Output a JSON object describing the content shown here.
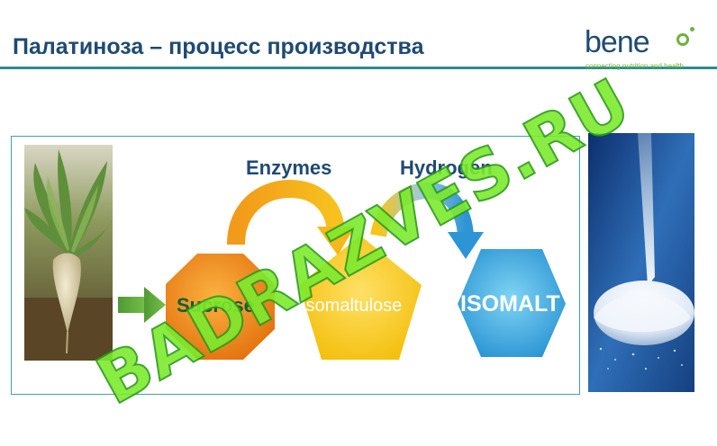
{
  "header": {
    "title": "Палатиноза – процесс производства"
  },
  "logo": {
    "word": "bene",
    "tagline": "connecting nutrition and health",
    "color_primary": "#1f4a73",
    "color_accent": "#6cb33f"
  },
  "process": {
    "step_labels": {
      "enzymes": "Enzymes",
      "hydrogen": "Hydrogen"
    },
    "stages": {
      "sucrose": "Sucrose",
      "isomaltulose": "Isomaltulose",
      "isomalt": "ISOMALT"
    },
    "colors": {
      "sucrose": "#e8760f",
      "isomaltulose": "#f5c400",
      "isomalt": "#2a9ad6",
      "input_arrow": "#5aab3a"
    }
  },
  "images": {
    "source": "sugar-beet-photo",
    "product": "white-granules-photo"
  },
  "watermark": {
    "text": "BADRAZVES.RU"
  }
}
